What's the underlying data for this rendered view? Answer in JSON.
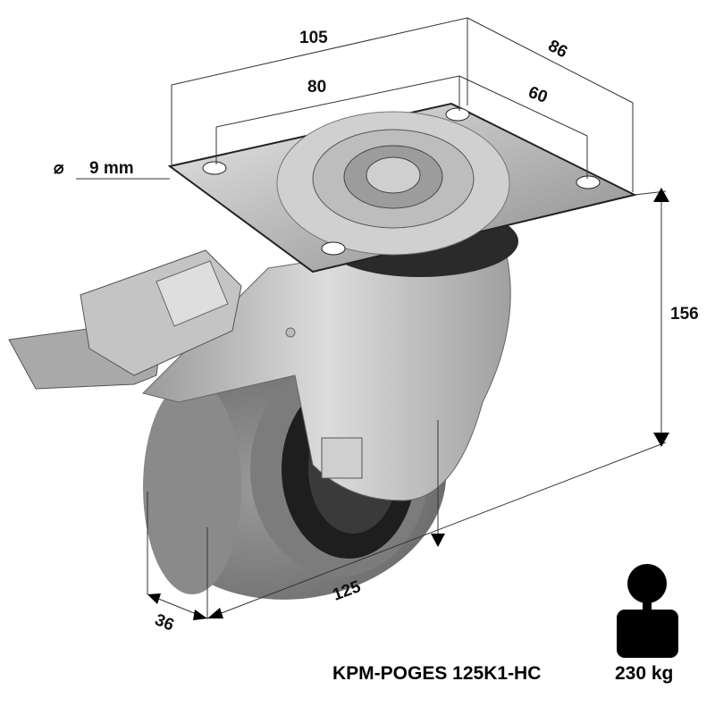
{
  "dimensions": {
    "plate_length": "105",
    "plate_width": "86",
    "hole_spacing_length": "80",
    "hole_spacing_width": "60",
    "hole_diameter_symbol": "⌀",
    "hole_diameter": "9 mm",
    "height": "156",
    "wheel_diameter": "125",
    "wheel_width": "36"
  },
  "product": {
    "model": "KPM-POGES 125K1-HC",
    "load_capacity": "230 kg"
  },
  "icons": {
    "load": "weight-person-icon"
  }
}
